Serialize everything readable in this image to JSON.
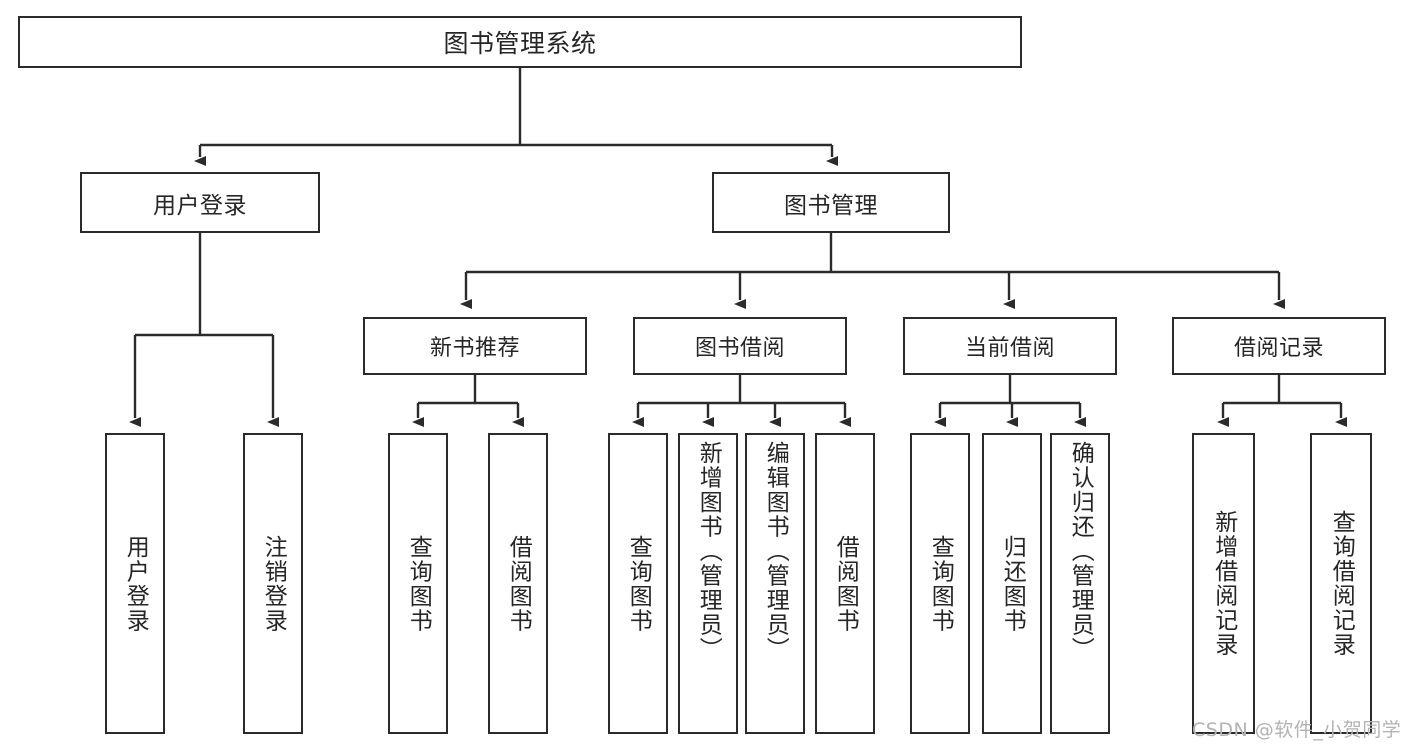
{
  "diagram": {
    "title": "图书管理系统",
    "type": "hierarchy-tree",
    "root": {
      "label": "图书管理系统"
    },
    "level2": [
      {
        "label": "用户登录"
      },
      {
        "label": "图书管理"
      }
    ],
    "level3": [
      {
        "label": "新书推荐"
      },
      {
        "label": "图书借阅"
      },
      {
        "label": "当前借阅"
      },
      {
        "label": "借阅记录"
      }
    ],
    "leaves": [
      {
        "label": "用户登录",
        "parent": "用户登录"
      },
      {
        "label": "注销登录",
        "parent": "用户登录"
      },
      {
        "label": "查询图书",
        "parent": "新书推荐"
      },
      {
        "label": "借阅图书",
        "parent": "新书推荐"
      },
      {
        "label": "查询图书",
        "parent": "图书借阅"
      },
      {
        "label": "新增图书（管理员）",
        "parent": "图书借阅"
      },
      {
        "label": "编辑图书（管理员）",
        "parent": "图书借阅"
      },
      {
        "label": "借阅图书",
        "parent": "图书借阅"
      },
      {
        "label": "查询图书",
        "parent": "当前借阅"
      },
      {
        "label": "归还图书",
        "parent": "当前借阅"
      },
      {
        "label": "确认归还（管理员）",
        "parent": "当前借阅"
      },
      {
        "label": "新增借阅记录",
        "parent": "借阅记录"
      },
      {
        "label": "查询借阅记录",
        "parent": "借阅记录"
      }
    ]
  },
  "watermark": {
    "text": "CSDN @软件_小贺同学"
  },
  "colors": {
    "stroke": "#2b2b2b",
    "box_fill": "#ffffff",
    "text": "#262626",
    "watermark": "#b3b3b3",
    "background": "#ffffff"
  }
}
